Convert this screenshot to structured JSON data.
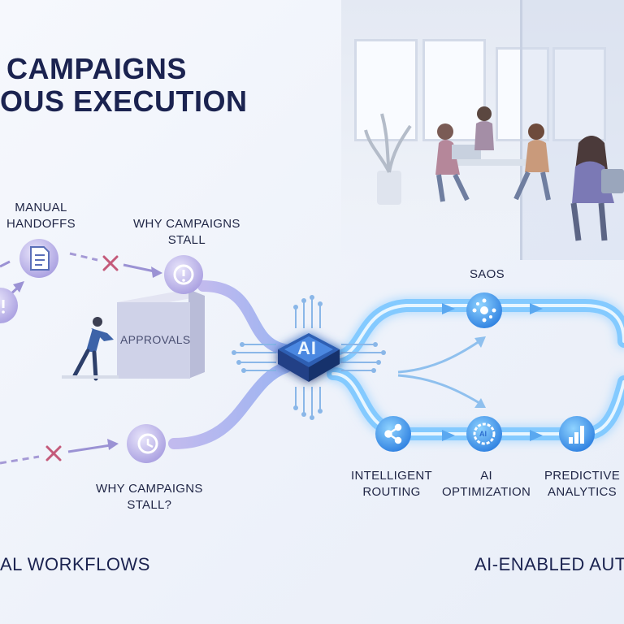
{
  "title": {
    "line1": "CAMPAIGNS",
    "line2": "OUS EXECUTION"
  },
  "left": {
    "manual_handoffs": [
      "MANUAL",
      "HANDOFFS"
    ],
    "why_stall_top": [
      "WHY CAMPAIGNS",
      "STALL"
    ],
    "approvals": "APPROVALS",
    "why_stall_bottom": [
      "WHY CAMPAIGNS",
      "STALL?"
    ],
    "section_label": "AL WORKFLOWS"
  },
  "center": {
    "chip_label": "AI"
  },
  "right": {
    "saos": "SAOS",
    "intelligent_routing": [
      "INTELLIGENT",
      "ROUTING"
    ],
    "ai_optimization": [
      "AI",
      "OPTIMIZATION"
    ],
    "optimization_badge": "AI",
    "predictive_analytics": [
      "PREDICTIVE",
      "ANALYTICS"
    ],
    "section_label": "AI-ENABLED AUT"
  },
  "icons": {
    "document": "document-icon",
    "alert": "alert-icon",
    "clock": "clock-icon",
    "network": "network-icon",
    "routing": "routing-icon",
    "gear": "gear-ai-icon",
    "bar_chart": "bar-chart-icon",
    "fail": "x-mark-icon"
  },
  "colors": {
    "title": "#1b2350",
    "glow": "#5fb8ff",
    "purple": "#8b7fd8",
    "fail": "#c45a7a"
  }
}
